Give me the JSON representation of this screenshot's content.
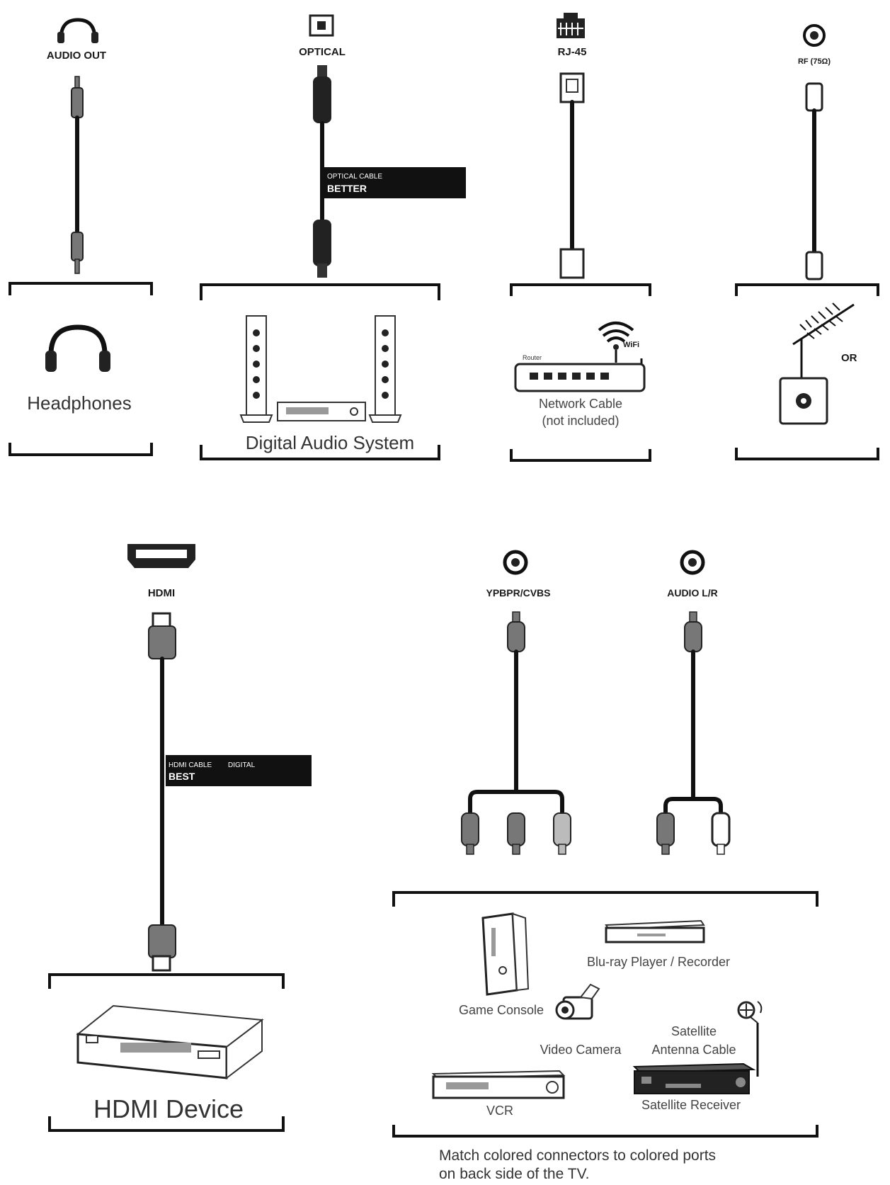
{
  "ports": {
    "audio_out": "AUDIO OUT",
    "optical": "OPTICAL",
    "rj45": "RJ-45",
    "rf": "RF (75Ω)",
    "hdmi": "HDMI",
    "ypbpr": "YPBPR/CVBS",
    "audio_lr": "AUDIO L/R"
  },
  "cable_tags": {
    "optical_line1": "OPTICAL CABLE",
    "optical_line2": "BETTER",
    "hdmi_line1": "HDMI CABLE",
    "hdmi_line2": "BEST",
    "hdmi_digital": "DIGITAL"
  },
  "devices": {
    "headphones": "Headphones",
    "digital_audio": "Digital Audio System",
    "router_label": "Router",
    "wifi": "WiFi",
    "network_cable_1": "Network Cable",
    "network_cable_2": "(not included)",
    "or": "OR",
    "hdmi_device": "HDMI Device",
    "bluray": "Blu-ray Player / Recorder",
    "game_console": "Game Console",
    "video_camera": "Video Camera",
    "satellite_1": "Satellite",
    "satellite_2": "Antenna Cable",
    "vcr": "VCR",
    "satellite_receiver": "Satellite Receiver"
  },
  "note": {
    "line1": "Match colored connectors to colored ports",
    "line2": "on back side of the TV."
  }
}
